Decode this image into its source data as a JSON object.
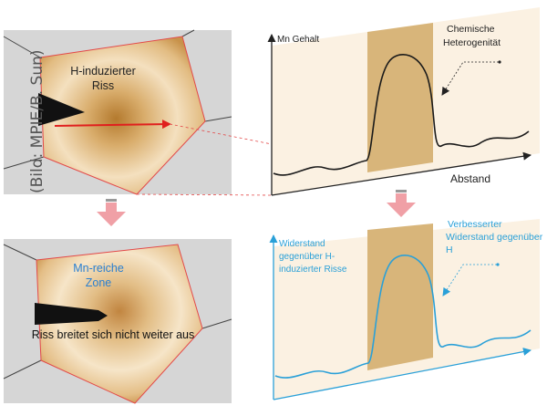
{
  "credit": "(Bild: MPIE/B. Sun)",
  "panel_top_left": {
    "crack_label_line1": "H-induzierter",
    "crack_label_line2": "Riss"
  },
  "panel_bottom_left": {
    "zone_label_line1": "Mn-reiche",
    "zone_label_line2": "Zone",
    "caption": "Riss breitet sich nicht weiter aus"
  },
  "chart_top": {
    "ylabel": "Mn Gehalt",
    "xlabel": "Abstand",
    "annotation_line1": "Chemische",
    "annotation_line2": "Heterogenität"
  },
  "chart_bottom": {
    "ylabel_line1": "Widerstand",
    "ylabel_line2": "gegenüber H-",
    "ylabel_line3": "induzierter Risse",
    "annotation_line1": "Verbesserter",
    "annotation_line2": "Widerstand gegenüber",
    "annotation_line3": "H"
  },
  "colors": {
    "grain_bg": "#d6d6d6",
    "grain_fill": "#e7c690",
    "highlight_band": "#d8b57a",
    "chart_bg": "#fbf1e2",
    "crack_arrow": "#e0201e",
    "curve_top": "#1a1a1a",
    "curve_bottom": "#2aa0d8",
    "flow_arrow": "#f0a0a6"
  }
}
